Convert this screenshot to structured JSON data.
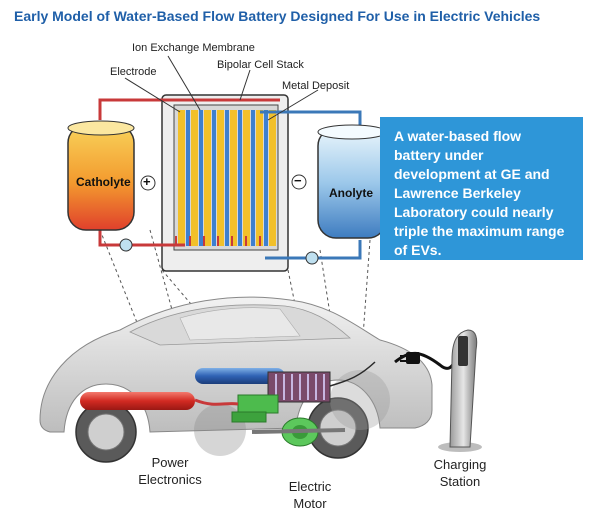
{
  "title": "Early Model of Water-Based Flow Battery Designed For Use in Electric Vehicles",
  "labels": {
    "ion_exchange_membrane": "Ion Exchange Membrane",
    "electrode": "Electrode",
    "bipolar_cell_stack": "Bipolar Cell Stack",
    "metal_deposit": "Metal Deposit",
    "catholyte": "Catholyte",
    "anolyte": "Anolyte",
    "plus_sign": "+",
    "minus_sign": "−",
    "power_electronics": "Power\nElectronics",
    "electric_motor": "Electric\nMotor",
    "charging_station": "Charging\nStation"
  },
  "callout": "A water-based flow battery under development at GE and Lawrence Berkeley Laboratory could nearly triple the maximum range of EVs.",
  "colors": {
    "title_blue": "#1f5fa8",
    "callout_bg": "#2e96d8",
    "catholyte_top": "#f6c24a",
    "catholyte_bottom": "#e0402c",
    "anolyte_top": "#dff0fa",
    "anolyte_bottom": "#3e7cc0",
    "pipe_red": "#c8393a",
    "pipe_blue": "#3b78b8"
  }
}
